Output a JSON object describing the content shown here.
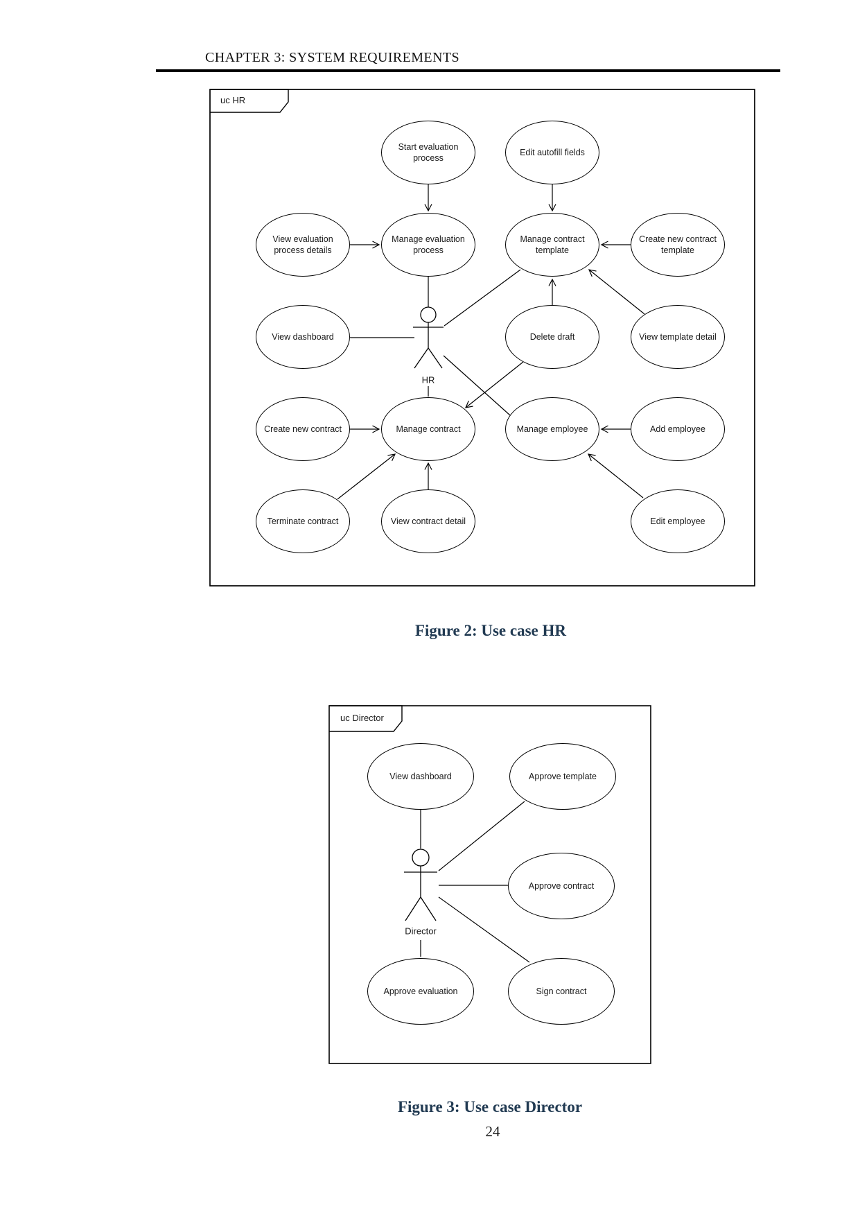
{
  "page": {
    "header": "CHAPTER 3: SYSTEM REQUIREMENTS",
    "page_number": "24"
  },
  "colors": {
    "caption": "#213a52",
    "line": "#000000",
    "background": "#ffffff"
  },
  "fig2": {
    "frame_label": "uc HR",
    "caption": "Figure 2: Use case HR",
    "actor_label": "HR",
    "nodes": {
      "start_eval": "Start evaluation process",
      "edit_autofill": "Edit autofill fields",
      "view_eval_details": "View evaluation process details",
      "manage_eval": "Manage evaluation process",
      "manage_template": "Manage contract template",
      "create_template": "Create new contract template",
      "view_dashboard": "View dashboard",
      "delete_draft": "Delete draft",
      "view_template_detail": "View template detail",
      "create_contract": "Create new contract",
      "manage_contract": "Manage contract",
      "manage_employee": "Manage employee",
      "add_employee": "Add employee",
      "terminate_contract": "Terminate contract",
      "view_contract_detail": "View contract detail",
      "edit_employee": "Edit employee"
    }
  },
  "fig3": {
    "frame_label": "uc Director",
    "caption": "Figure 3: Use case Director",
    "actor_label": "Director",
    "nodes": {
      "view_dashboard": "View dashboard",
      "approve_template": "Approve template",
      "approve_contract": "Approve contract",
      "approve_evaluation": "Approve evaluation",
      "sign_contract": "Sign contract"
    }
  }
}
